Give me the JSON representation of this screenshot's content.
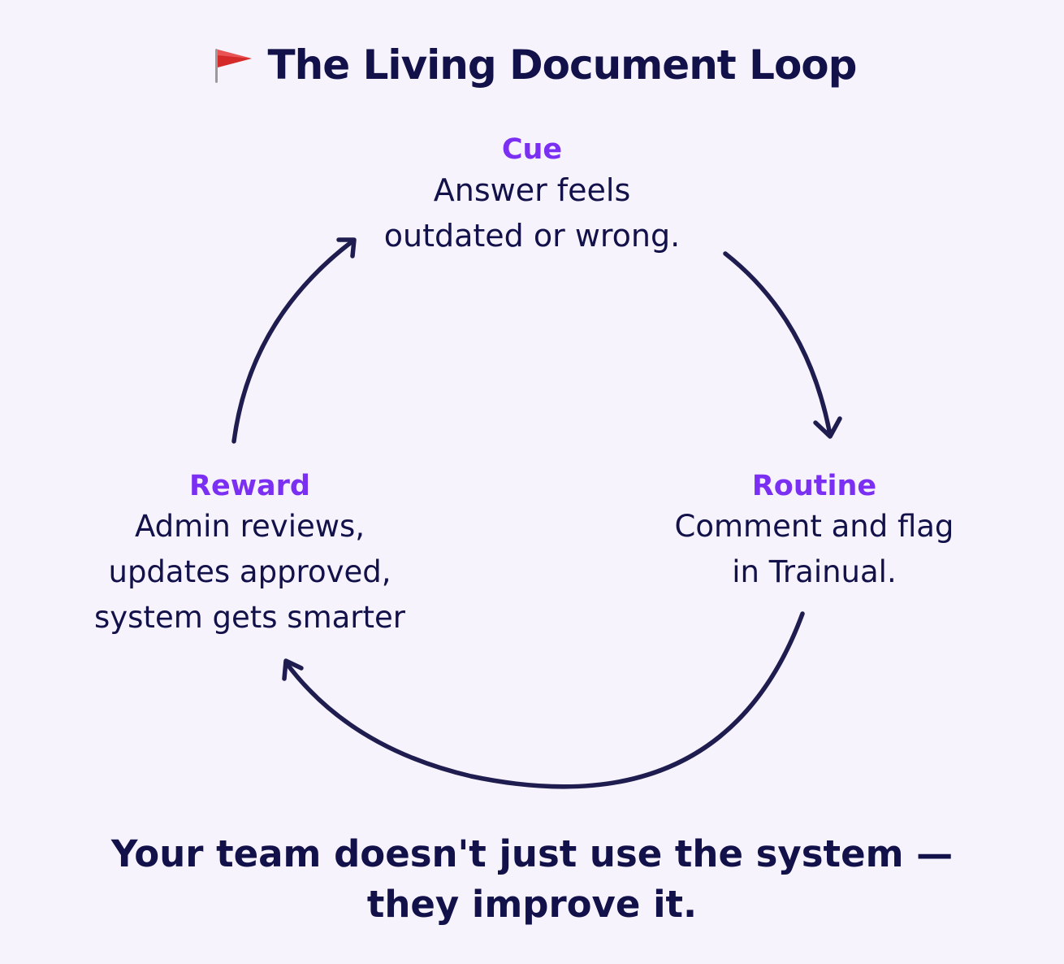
{
  "title": {
    "icon": "red-flag-icon",
    "text": "The Living Document Loop"
  },
  "nodes": {
    "cue": {
      "label": "Cue",
      "lines": [
        "Answer feels",
        "outdated or wrong."
      ]
    },
    "routine": {
      "label": "Routine",
      "lines": [
        "Comment and flag",
        "in Trainual."
      ]
    },
    "reward": {
      "label": "Reward",
      "lines": [
        "Admin reviews,",
        "updates approved,",
        "system gets smarter"
      ]
    }
  },
  "tagline": {
    "lines": [
      "Your team doesn't just use the system —",
      "they improve it."
    ]
  },
  "colors": {
    "background": "#f7f3fd",
    "text": "#12114a",
    "accent": "#7b2ff2",
    "arrow": "#1f1d4f",
    "flag": "#d42a2a"
  }
}
